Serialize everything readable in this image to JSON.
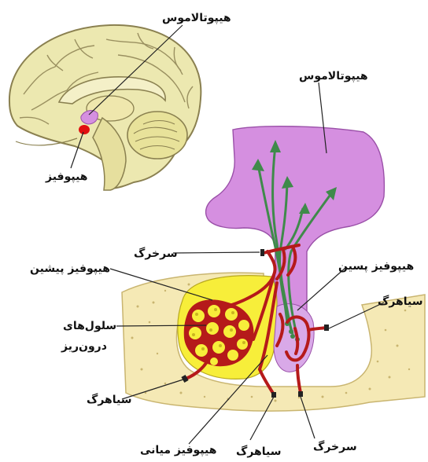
{
  "labels": {
    "hypothalamus_small": "هیپوتالاموس",
    "hypophysis": "هیپوفیز",
    "hypothalamus_large": "هیپوتالاموس",
    "artery_upper": "سرخرگ",
    "anterior_pituitary": "هیپوفیز پیشین",
    "posterior_pituitary": "هیپوفیز پسین",
    "vein_right": "سیاهرگ",
    "endocrine_cells_line1": "سلول‌های",
    "endocrine_cells_line2": "درون‌ریز",
    "vein_left": "سیاهرگ",
    "intermediate_pituitary": "هیپوفیز میانی",
    "vein_bottom": "سیاهرگ",
    "artery_bottom": "سرخرگ"
  },
  "colors": {
    "brain": "#ece8b0",
    "brain_outline": "#8a8050",
    "hypothalamus": "#d58fe0",
    "bone": "#f5e9b5",
    "anterior_lobe": "#f7ee3a",
    "vessel": "#b51a1a",
    "neuron": "#3f8a4a",
    "hypophysis_dot": "#e01010"
  }
}
